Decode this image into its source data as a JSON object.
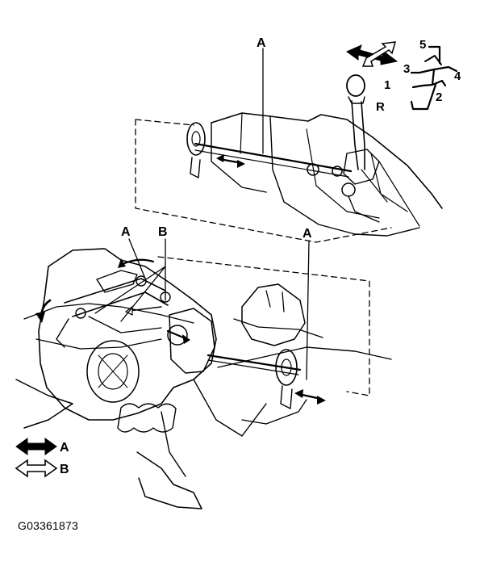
{
  "callouts": {
    "top_a": "A",
    "lower_left_a": "A",
    "lower_left_b": "B",
    "lower_right_a": "A"
  },
  "shift_pattern": {
    "gears": [
      "5",
      "3",
      "4",
      "1",
      "2",
      "R"
    ]
  },
  "legend": [
    {
      "symbol": "solid-double-arrow-icon",
      "label": "A"
    },
    {
      "symbol": "outline-double-arrow-icon",
      "label": "B"
    }
  ],
  "figure_id": "G03361873"
}
